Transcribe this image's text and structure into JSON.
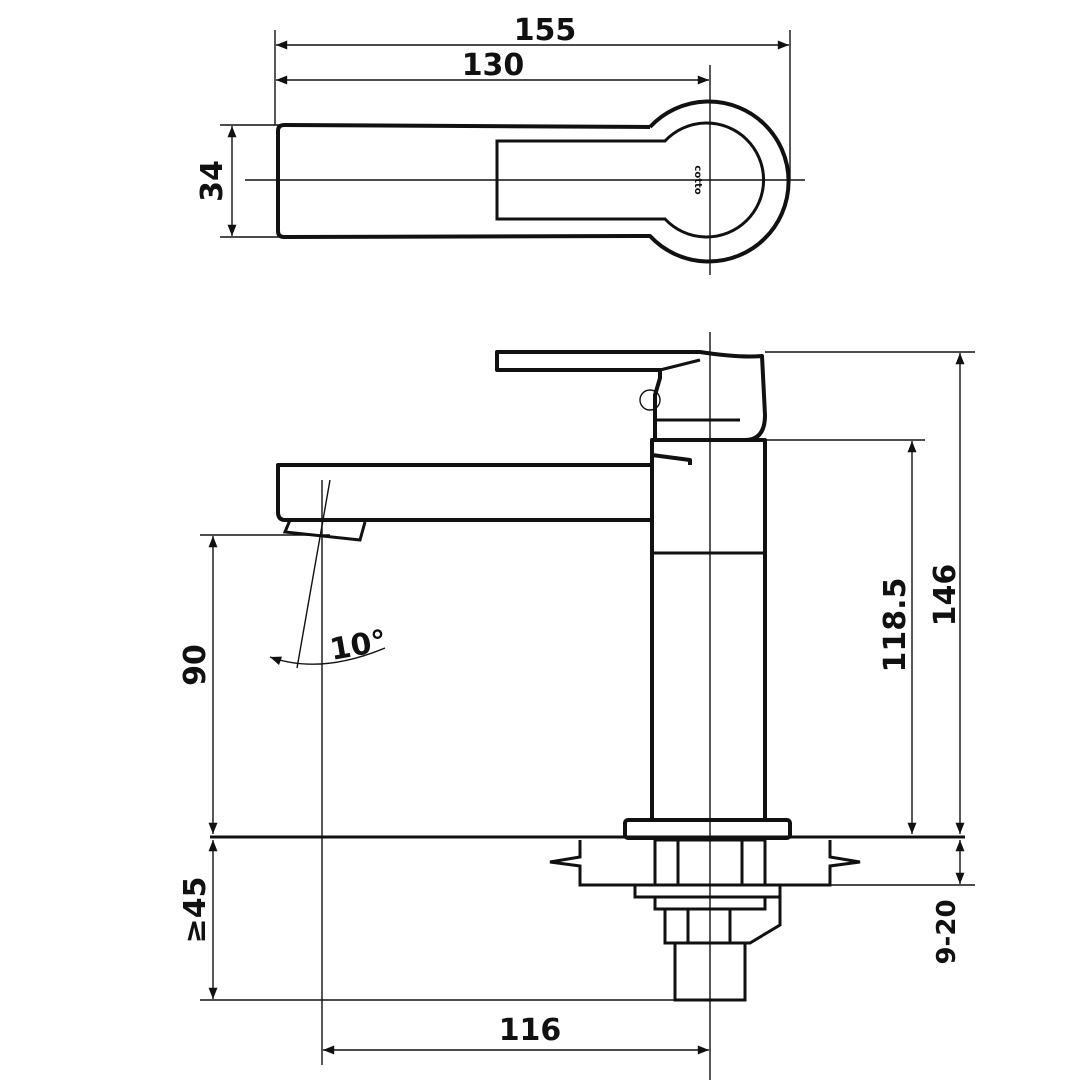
{
  "drawing": {
    "brand_logo": "cotto",
    "top_view": {
      "overall_length": "155",
      "handle_length": "130",
      "width": "34"
    },
    "side_view": {
      "total_height": "146",
      "spout_body_height": "118.5",
      "spout_clearance": "90",
      "under_deck_min": "≥45",
      "deck_thickness": "9-20",
      "spout_reach": "116",
      "spout_angle": "10°"
    }
  }
}
